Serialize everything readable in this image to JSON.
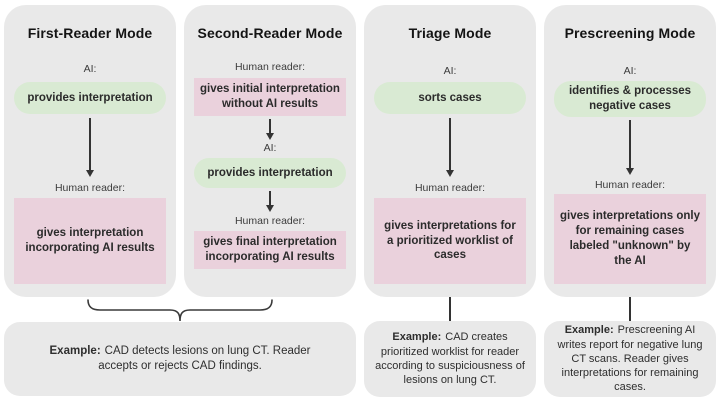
{
  "colors": {
    "column_bg": "#e9e9e9",
    "ai_action_bg": "#d9ead3",
    "human_action_bg": "#ead1dc",
    "connector": "#333333"
  },
  "columns": [
    {
      "title": "First-Reader Mode",
      "steps": [
        {
          "actor": "AI:",
          "action": "provides interpretation"
        },
        {
          "actor": "Human reader:",
          "action": "gives interpretation incorporating AI results"
        }
      ]
    },
    {
      "title": "Second-Reader Mode",
      "steps": [
        {
          "actor": "Human reader:",
          "action": "gives initial interpretation without AI results"
        },
        {
          "actor": "AI:",
          "action": "provides interpretation"
        },
        {
          "actor": "Human reader:",
          "action": "gives final interpretation incorporating AI results"
        }
      ]
    },
    {
      "title": "Triage Mode",
      "steps": [
        {
          "actor": "AI:",
          "action": "sorts cases"
        },
        {
          "actor": "Human reader:",
          "action": "gives interpretations for a prioritized worklist of cases"
        }
      ]
    },
    {
      "title": "Prescreening Mode",
      "steps": [
        {
          "actor": "AI:",
          "action": "identifies & processes negative cases"
        },
        {
          "actor": "Human reader:",
          "action": "gives interpretations only for remaining cases labeled \"unknown\" by the AI"
        }
      ]
    }
  ],
  "examples": [
    {
      "label": "Example:",
      "text": "CAD detects lesions on lung CT.  Reader accepts or rejects CAD findings."
    },
    {
      "label": "Example:",
      "text": "CAD creates prioritized worklist for reader according to suspiciousness of lesions on lung CT."
    },
    {
      "label": "Example:",
      "text": "Prescreening AI writes report for negative lung CT scans. Reader gives interpretations for remaining cases."
    }
  ]
}
